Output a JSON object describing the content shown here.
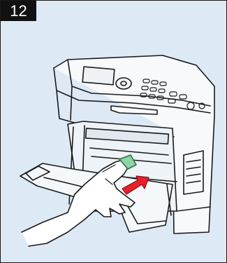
{
  "step": {
    "number": "12"
  },
  "colors": {
    "panel_background": "#ddeaf6",
    "badge_background": "#111111",
    "badge_text": "#ffffff",
    "line_art": "#1a1a1a",
    "arrow": "#e8202a",
    "paper_guide": "#8fd4a4"
  },
  "illustration": {
    "subject": "printer-manual-feed-tray-insert-paper",
    "arrow_direction": "into-printer"
  }
}
